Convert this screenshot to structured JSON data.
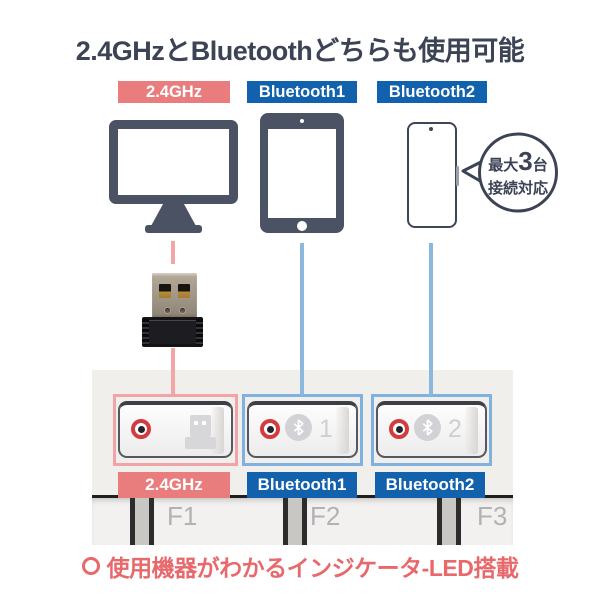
{
  "title": "2.4GHzとBluetoothどちらも使用可能",
  "connection_labels": {
    "wireless": "2.4GHz",
    "bluetooth1": "Bluetooth1",
    "bluetooth2": "Bluetooth2"
  },
  "bubble": {
    "prefix": "最大",
    "count": "3",
    "suffix": "台",
    "line2": "接続対応"
  },
  "keyboard": {
    "bt1_number": "1",
    "bt2_number": "2",
    "fn_keys": [
      "F1",
      "F2",
      "F3"
    ]
  },
  "caption": "使用機器がわかるインジケータ-LED搭載",
  "colors": {
    "accent_red": "#e97d7e",
    "accent_blue": "#1161ac",
    "outline_pink": "#f2a3a8",
    "outline_blue": "#7fb2e0",
    "title_navy": "#3b4354",
    "caption_red": "#e8696b",
    "led_red": "#d23c40",
    "device_slate": "#4a5264"
  }
}
